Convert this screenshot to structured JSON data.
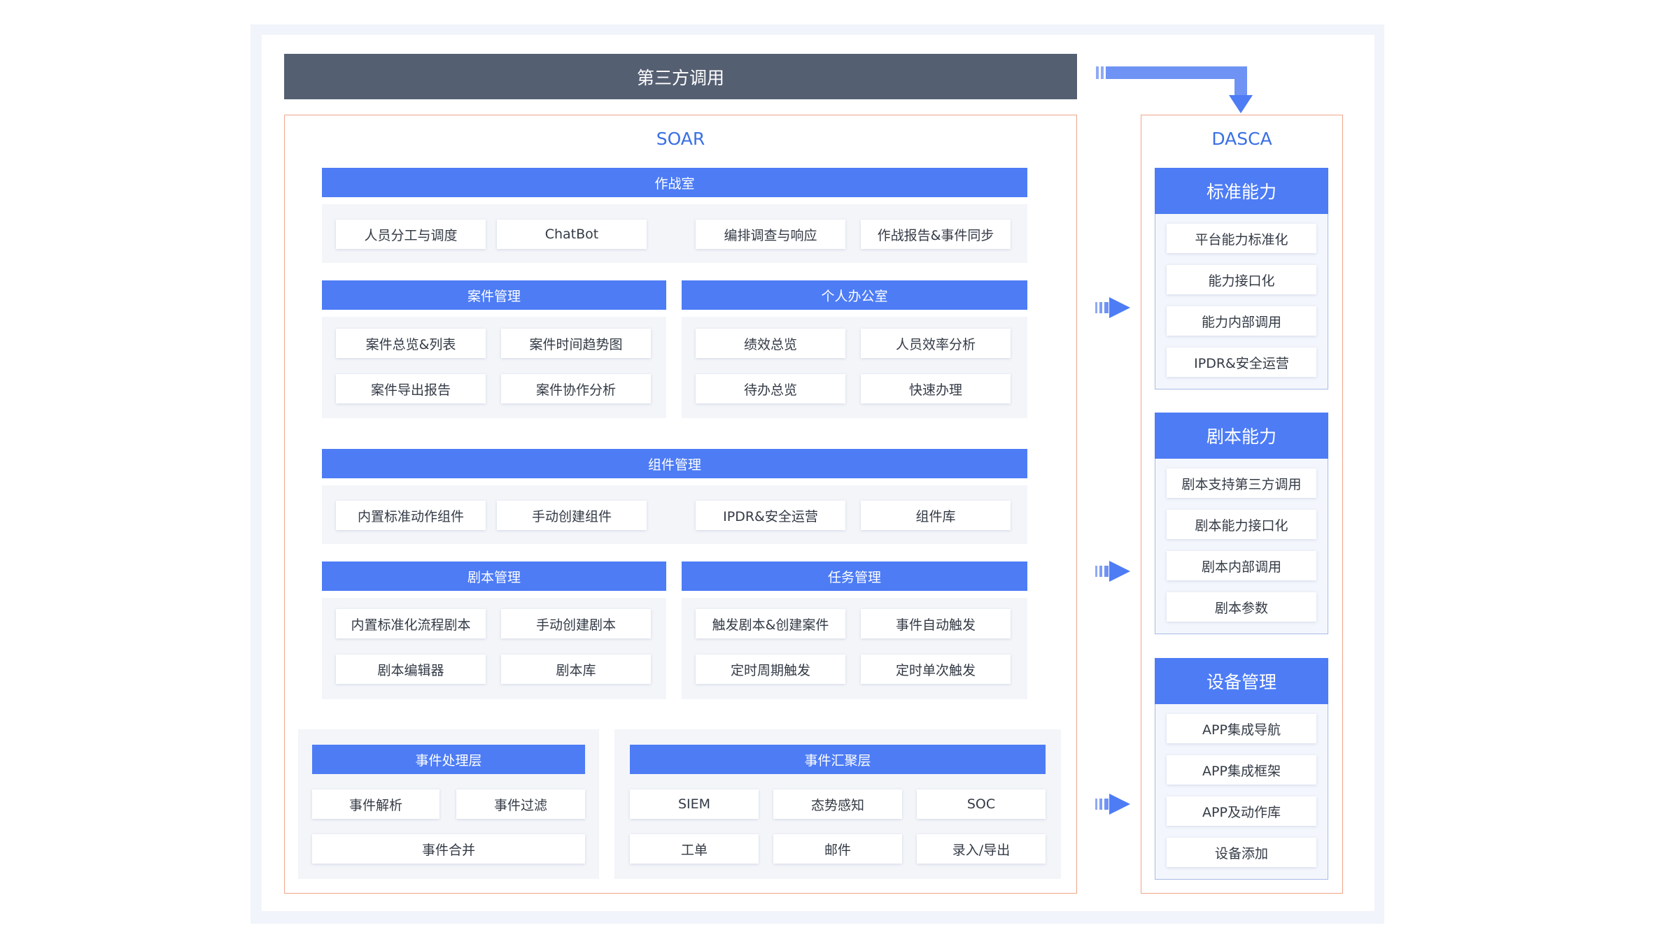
{
  "top_bar": "第三方调用",
  "soar": {
    "title": "SOAR",
    "war_room": {
      "title": "作战室",
      "items": [
        "人员分工与调度",
        "ChatBot",
        "编排调查与响应",
        "作战报告&事件同步"
      ]
    },
    "case_mgmt": {
      "title": "案件管理",
      "items": [
        "案件总览&列表",
        "案件时间趋势图",
        "案件导出报告",
        "案件协作分析"
      ]
    },
    "personal_office": {
      "title": "个人办公室",
      "items": [
        "绩效总览",
        "人员效率分析",
        "待办总览",
        "快速办理"
      ]
    },
    "component_mgmt": {
      "title": "组件管理",
      "items": [
        "内置标准动作组件",
        "手动创建组件",
        "IPDR&安全运营",
        "组件库"
      ]
    },
    "playbook_mgmt": {
      "title": "剧本管理",
      "items": [
        "内置标准化流程剧本",
        "手动创建剧本",
        "剧本编辑器",
        "剧本库"
      ]
    },
    "task_mgmt": {
      "title": "任务管理",
      "items": [
        "触发剧本&创建案件",
        "事件自动触发",
        "定时周期触发",
        "定时单次触发"
      ]
    },
    "event_processing": {
      "title": "事件处理层",
      "items": [
        "事件解析",
        "事件过滤",
        "事件合并"
      ]
    },
    "event_aggregation": {
      "title": "事件汇聚层",
      "items": [
        "SIEM",
        "态势感知",
        "SOC",
        "工单",
        "邮件",
        "录入/导出"
      ]
    }
  },
  "dasca": {
    "title": "DASCA",
    "standard": {
      "title": "标准能力",
      "items": [
        "平台能力标准化",
        "能力接口化",
        "能力内部调用",
        "IPDR&安全运营"
      ]
    },
    "playbook": {
      "title": "剧本能力",
      "items": [
        "剧本支持第三方调用",
        "剧本能力接口化",
        "剧本内部调用",
        "剧本参数"
      ]
    },
    "device": {
      "title": "设备管理",
      "items": [
        "APP集成导航",
        "APP集成框架",
        "APP及动作库",
        "设备添加"
      ]
    }
  },
  "colors": {
    "accent": "#4d7cf5",
    "top_bar": "#555f72",
    "frame_border": "#f0a58a",
    "panel": "#f3f5f9",
    "title_text": "#3a6fe5"
  }
}
